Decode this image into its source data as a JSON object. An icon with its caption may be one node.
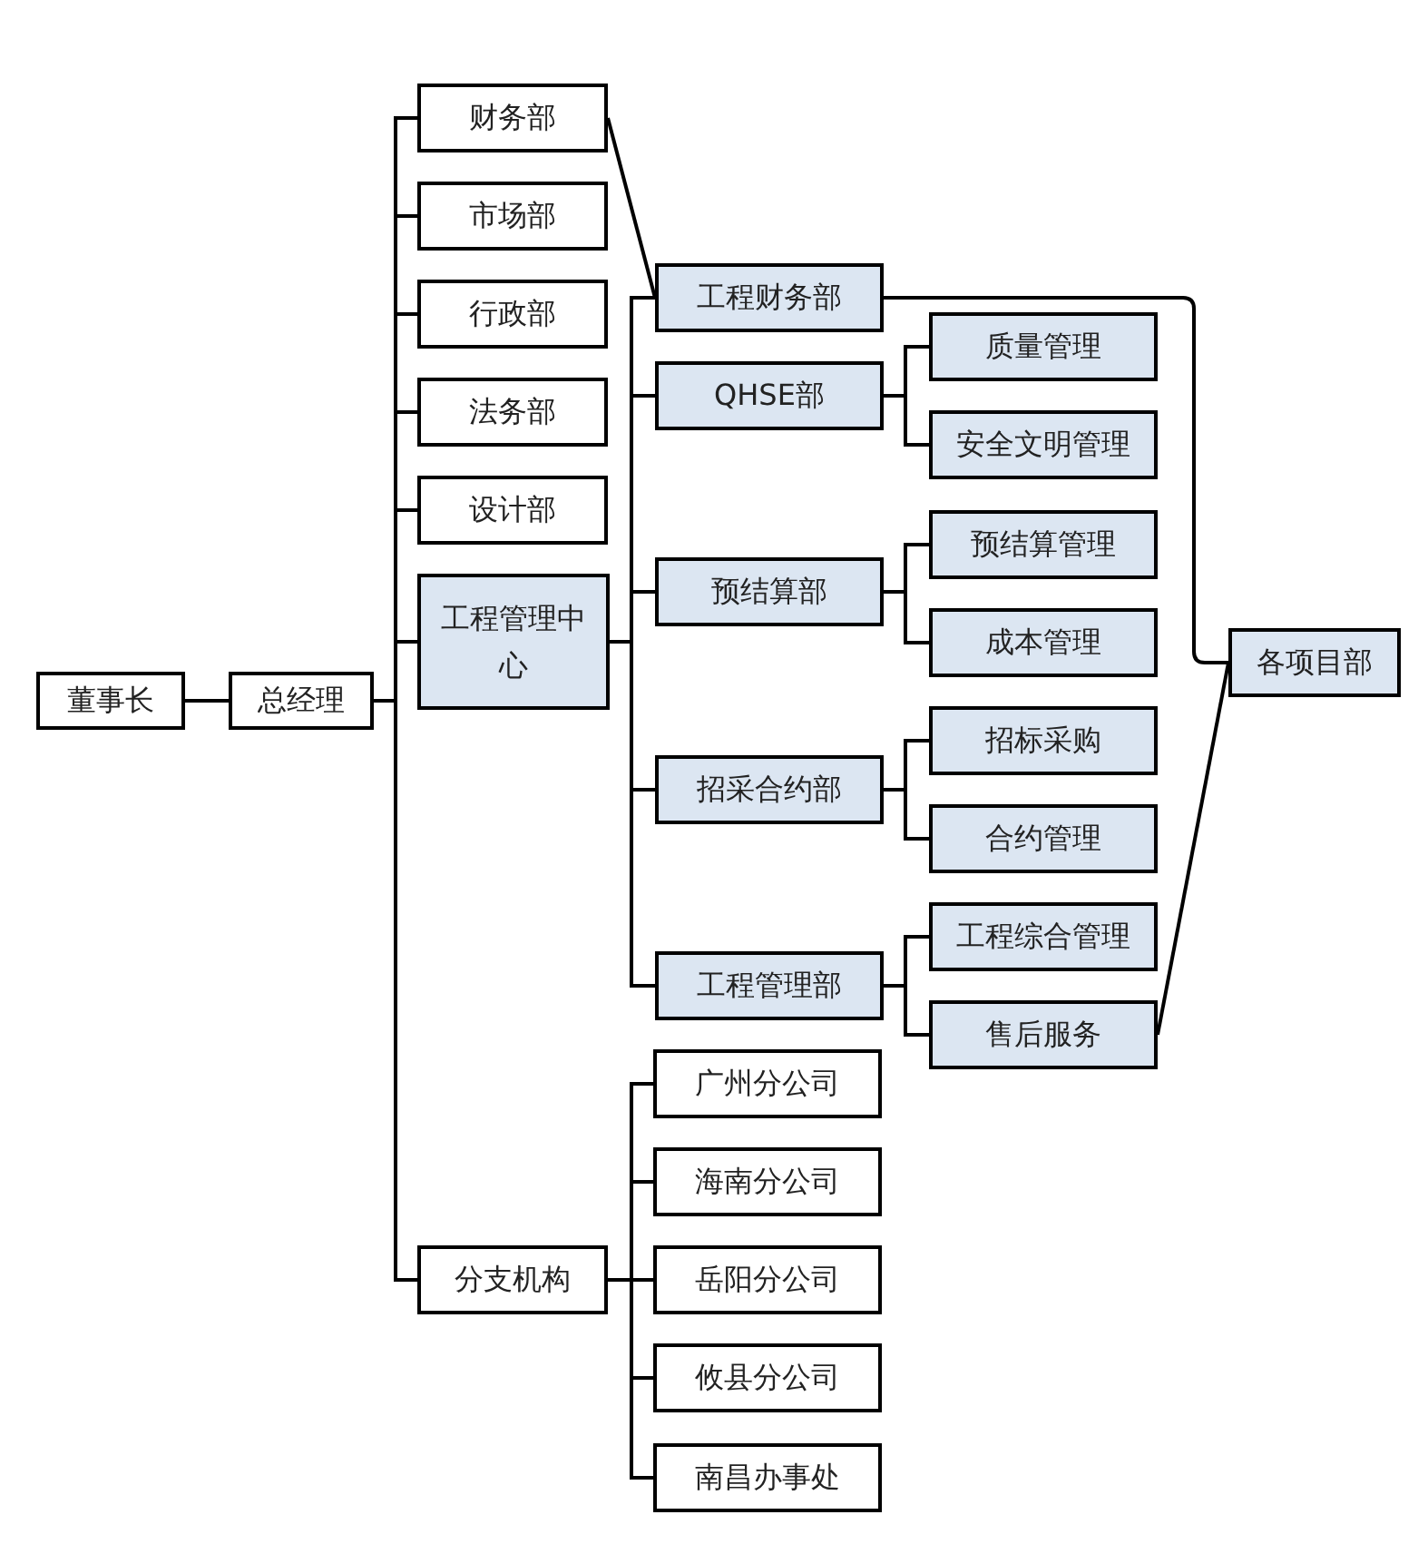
{
  "diagram": {
    "nodes": [
      {
        "text": [
          "董事长"
        ]
      },
      {
        "text": [
          "总经理"
        ]
      },
      {
        "text": [
          "财务部"
        ]
      },
      {
        "text": [
          "市场部"
        ]
      },
      {
        "text": [
          "行政部"
        ]
      },
      {
        "text": [
          "法务部"
        ]
      },
      {
        "text": [
          "设计部"
        ]
      },
      {
        "text": [
          "工程管理中心"
        ]
      },
      {
        "text": [
          "工程财务部"
        ]
      },
      {
        "text": [
          "QHSE部"
        ]
      },
      {
        "text": [
          "预结算部"
        ]
      },
      {
        "text": [
          "招采合约部"
        ]
      },
      {
        "text": [
          "工程管理部"
        ]
      },
      {
        "text": [
          "质量管理"
        ]
      },
      {
        "text": [
          "安全文明管理"
        ]
      },
      {
        "text": [
          "预结算管理"
        ]
      },
      {
        "text": [
          "成本管理"
        ]
      },
      {
        "text": [
          "招标采购"
        ]
      },
      {
        "text": [
          "合约管理"
        ]
      },
      {
        "text": [
          "工程综合管理"
        ]
      },
      {
        "text": [
          "售后服务"
        ]
      },
      {
        "text": [
          "各项目部"
        ]
      },
      {
        "text": [
          "分支机构"
        ]
      },
      {
        "text": [
          "广州分公司"
        ]
      },
      {
        "text": [
          "海南分公司"
        ]
      },
      {
        "text": [
          "岳阳分公司"
        ]
      },
      {
        "text": [
          "攸县分公司"
        ]
      },
      {
        "text": [
          "南昌办事处"
        ]
      }
    ],
    "edges": [
      {
        "from": 0,
        "to": 1,
        "arrow": "none"
      },
      {
        "from": 1,
        "to": 2,
        "arrow": "none"
      },
      {
        "from": 1,
        "to": 3,
        "arrow": "none"
      },
      {
        "from": 1,
        "to": 4,
        "arrow": "none"
      },
      {
        "from": 1,
        "to": 5,
        "arrow": "none"
      },
      {
        "from": 1,
        "to": 6,
        "arrow": "none"
      },
      {
        "from": 1,
        "to": 7,
        "arrow": "none"
      },
      {
        "from": 1,
        "to": 22,
        "arrow": "none"
      },
      {
        "from": 2,
        "to": 8,
        "arrow": "none"
      },
      {
        "from": 7,
        "to": 8,
        "arrow": "none"
      },
      {
        "from": 7,
        "to": 9,
        "arrow": "none"
      },
      {
        "from": 7,
        "to": 10,
        "arrow": "none"
      },
      {
        "from": 7,
        "to": 11,
        "arrow": "none"
      },
      {
        "from": 7,
        "to": 12,
        "arrow": "none"
      },
      {
        "from": 9,
        "to": 13,
        "arrow": "none"
      },
      {
        "from": 9,
        "to": 14,
        "arrow": "none"
      },
      {
        "from": 10,
        "to": 15,
        "arrow": "none"
      },
      {
        "from": 10,
        "to": 16,
        "arrow": "none"
      },
      {
        "from": 11,
        "to": 17,
        "arrow": "none"
      },
      {
        "from": 11,
        "to": 18,
        "arrow": "none"
      },
      {
        "from": 12,
        "to": 19,
        "arrow": "none"
      },
      {
        "from": 12,
        "to": 20,
        "arrow": "none"
      },
      {
        "from": 8,
        "to": 21,
        "arrow": "none"
      },
      {
        "from": 20,
        "to": 21,
        "arrow": "none"
      },
      {
        "from": 22,
        "to": 23,
        "arrow": "none"
      },
      {
        "from": 22,
        "to": 24,
        "arrow": "none"
      },
      {
        "from": 22,
        "to": 25,
        "arrow": "none"
      },
      {
        "from": 22,
        "to": 26,
        "arrow": "none"
      },
      {
        "from": 22,
        "to": 27,
        "arrow": "none"
      }
    ]
  }
}
